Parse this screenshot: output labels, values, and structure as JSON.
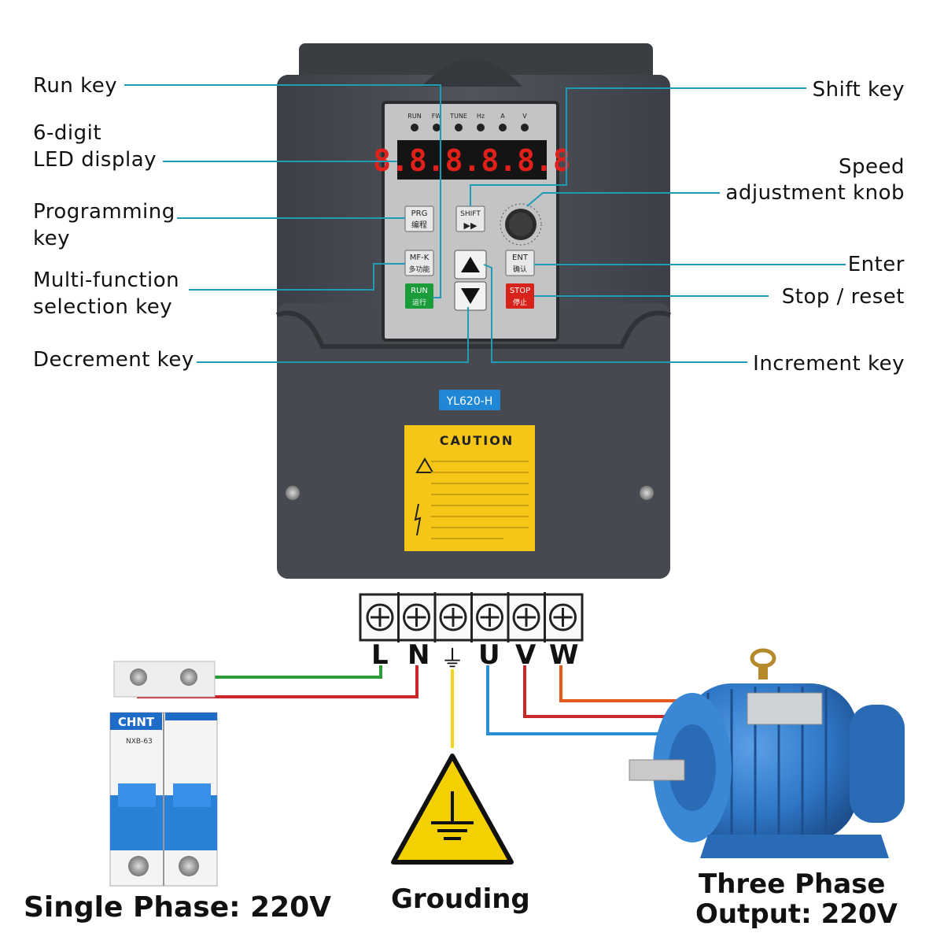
{
  "labels": {
    "run_key": "Run key",
    "led_display_1": "6-digit",
    "led_display_2": "LED display",
    "programming_key_1": "Programming",
    "programming_key_2": "key",
    "multi_function_1": "Multi-function",
    "multi_function_2": "selection key",
    "decrement_key": "Decrement key",
    "shift_key": "Shift key",
    "speed_knob_1": "Speed",
    "speed_knob_2": "adjustment knob",
    "enter": "Enter",
    "stop_reset": "Stop / reset",
    "increment_key": "Increment key"
  },
  "panel": {
    "indicators": [
      "RUN",
      "FW",
      "TUNE",
      "Hz",
      "A",
      "V"
    ],
    "display_text": "8.8.8.8.8.8",
    "prg_label": "PRG",
    "prg_cn": "编程",
    "shift_label": "SHIFT",
    "shift_arrows": "▶▶",
    "mfk_label": "MF-K",
    "mfk_cn": "多功能",
    "ent_label": "ENT",
    "ent_cn": "确认",
    "run_label": "RUN",
    "run_cn": "运行",
    "stop_label": "STOP",
    "stop_cn": "停止",
    "model": "YL620-H",
    "caution_title": "CAUTION"
  },
  "terminals": [
    "L",
    "N",
    "⏚",
    "U",
    "V",
    "W"
  ],
  "breaker": {
    "brand": "CHNT",
    "model": "NXB-63"
  },
  "captions": {
    "single_phase": "Single Phase: 220V",
    "grounding": "Grouding",
    "three_phase_1": "Three Phase",
    "three_phase_2": "Output: 220V"
  },
  "colors": {
    "housing": "#4a4e55",
    "panel": "#bfc0c2",
    "led": "#e0201a",
    "line": "#1f9bb5",
    "run_green": "#1a9c3a",
    "stop_red": "#d8221c",
    "caution_yellow": "#f5c518",
    "model_blue": "#1f87d6",
    "wire_green": "#2e9a3a",
    "wire_red": "#c8282a",
    "wire_yellow": "#f2d21a",
    "wire_blue": "#2a8fd0",
    "wire_orange": "#e25a1c",
    "motor_blue": "#2f78c8"
  }
}
